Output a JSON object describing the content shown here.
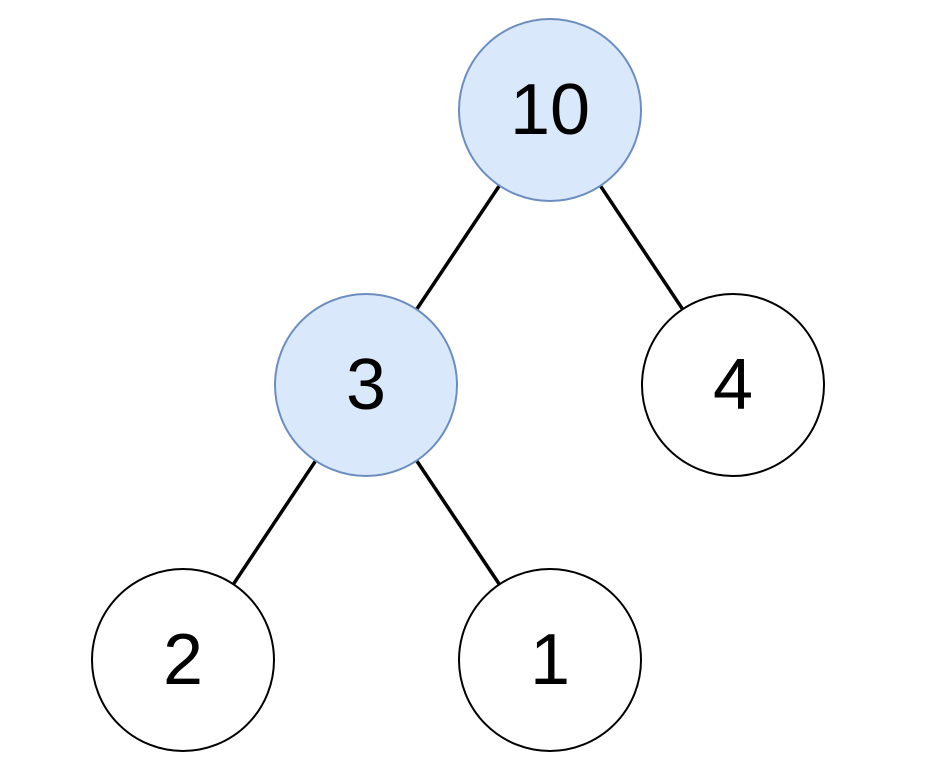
{
  "diagram": {
    "type": "binary-tree",
    "colors": {
      "highlight_fill": "#dae8fc",
      "highlight_stroke": "#6c8ebf",
      "default_fill": "#ffffff",
      "default_stroke": "#000000",
      "edge": "#000000"
    },
    "nodes": [
      {
        "id": "n10",
        "label": "10",
        "highlighted": true
      },
      {
        "id": "n3",
        "label": "3",
        "highlighted": true
      },
      {
        "id": "n4",
        "label": "4",
        "highlighted": false
      },
      {
        "id": "n2",
        "label": "2",
        "highlighted": false
      },
      {
        "id": "n1",
        "label": "1",
        "highlighted": false
      }
    ],
    "edges": [
      {
        "from": "n10",
        "to": "n3"
      },
      {
        "from": "n10",
        "to": "n4"
      },
      {
        "from": "n3",
        "to": "n2"
      },
      {
        "from": "n3",
        "to": "n1"
      }
    ]
  }
}
